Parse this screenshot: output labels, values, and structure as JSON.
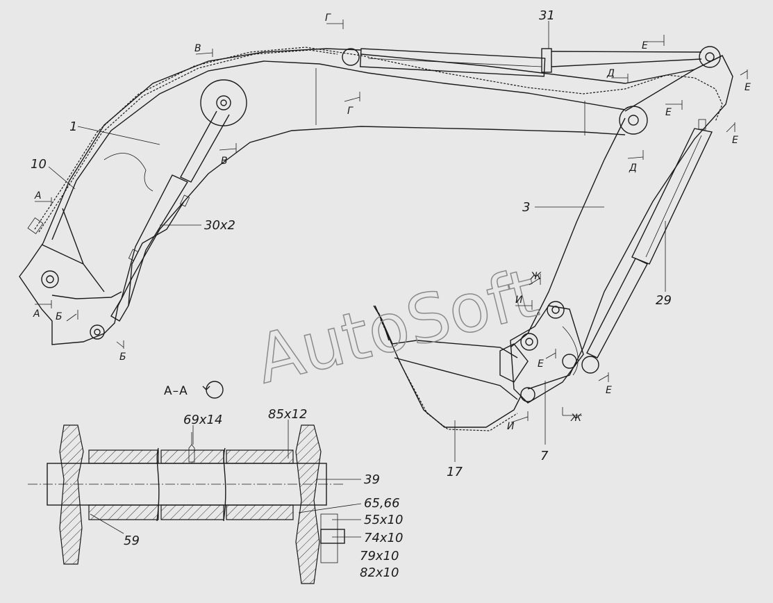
{
  "watermark": "AutoSoft",
  "section_title": "А–А",
  "callouts": {
    "c1": "1",
    "c10": "10",
    "c30x2": "30x2",
    "c3": "3",
    "c31": "31",
    "c29": "29",
    "c17": "17",
    "c7": "7",
    "c69x14": "69x14",
    "c85x12": "85x12",
    "c39": "39",
    "c65_66": "65,66",
    "c55x10": "55x10",
    "c74x10": "74x10",
    "c79x10": "79x10",
    "c82x10": "82x10",
    "c59": "59"
  },
  "section_marks": {
    "A1": "А",
    "A2": "А",
    "B1": "Б",
    "B2": "Б",
    "V1": "В",
    "V2": "В",
    "G1": "Г",
    "G2": "Г",
    "D1": "Д",
    "D2": "Д",
    "E1": "Е",
    "E2": "Е",
    "E3": "Е",
    "E4": "Е",
    "E5": "Е",
    "E6": "Е",
    "Zh1": "Ж",
    "Zh2": "Ж",
    "I1": "И",
    "I2": "И"
  }
}
